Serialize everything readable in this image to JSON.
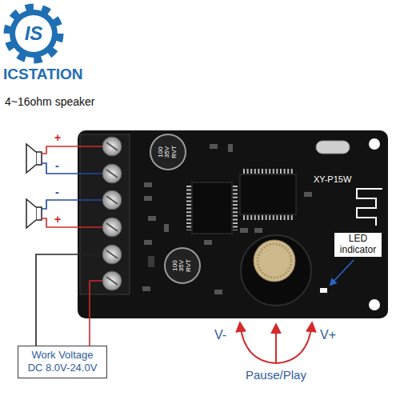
{
  "diagram": {
    "nodes": [
      {
        "text": [
          "Work Voltage DC 8.0V-24.0V"
        ]
      }
    ],
    "labels": [
      "IS",
      "ICSTATION",
      "4~16ohm speaker",
      "+",
      "-",
      "-",
      "+",
      "100 35V RVT",
      "XY-P15W",
      "100 35V RVT",
      "LED indicator",
      "V-",
      "Pause/Play",
      "V+"
    ]
  }
}
